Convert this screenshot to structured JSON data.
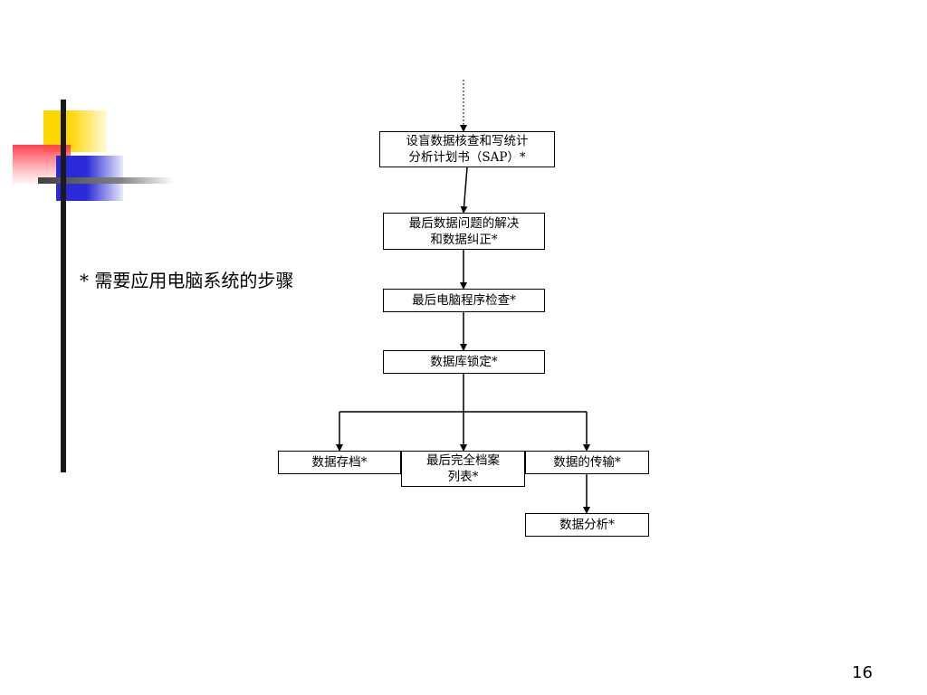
{
  "slide": {
    "note": "* 需要应用电脑系统的步骤",
    "page_number": "16"
  },
  "flowchart": {
    "nodes": [
      {
        "id": "sap",
        "label": "设盲数据核查和写统计\n分析计划书（SAP）*"
      },
      {
        "id": "resolve",
        "label": "最后数据问题的解决\n和数据纠正*"
      },
      {
        "id": "check",
        "label": "最后电脑程序检查*"
      },
      {
        "id": "lock",
        "label": "数据库锁定*"
      },
      {
        "id": "archive",
        "label": "数据存档*"
      },
      {
        "id": "listing",
        "label": "最后完全档案\n列表*"
      },
      {
        "id": "transfer",
        "label": "数据的传输*"
      },
      {
        "id": "analysis",
        "label": "数据分析*"
      }
    ],
    "edges": [
      {
        "from": "start",
        "to": "sap",
        "style": "dotted"
      },
      {
        "from": "sap",
        "to": "resolve"
      },
      {
        "from": "resolve",
        "to": "check"
      },
      {
        "from": "check",
        "to": "lock"
      },
      {
        "from": "lock",
        "to": "archive"
      },
      {
        "from": "lock",
        "to": "listing"
      },
      {
        "from": "lock",
        "to": "transfer"
      },
      {
        "from": "transfer",
        "to": "analysis"
      }
    ]
  },
  "decoration": {
    "colors": {
      "yellow": "#ffd700",
      "red": "#ff5060",
      "blue": "#2a2ad8",
      "bar": "#1a1a1a"
    }
  }
}
